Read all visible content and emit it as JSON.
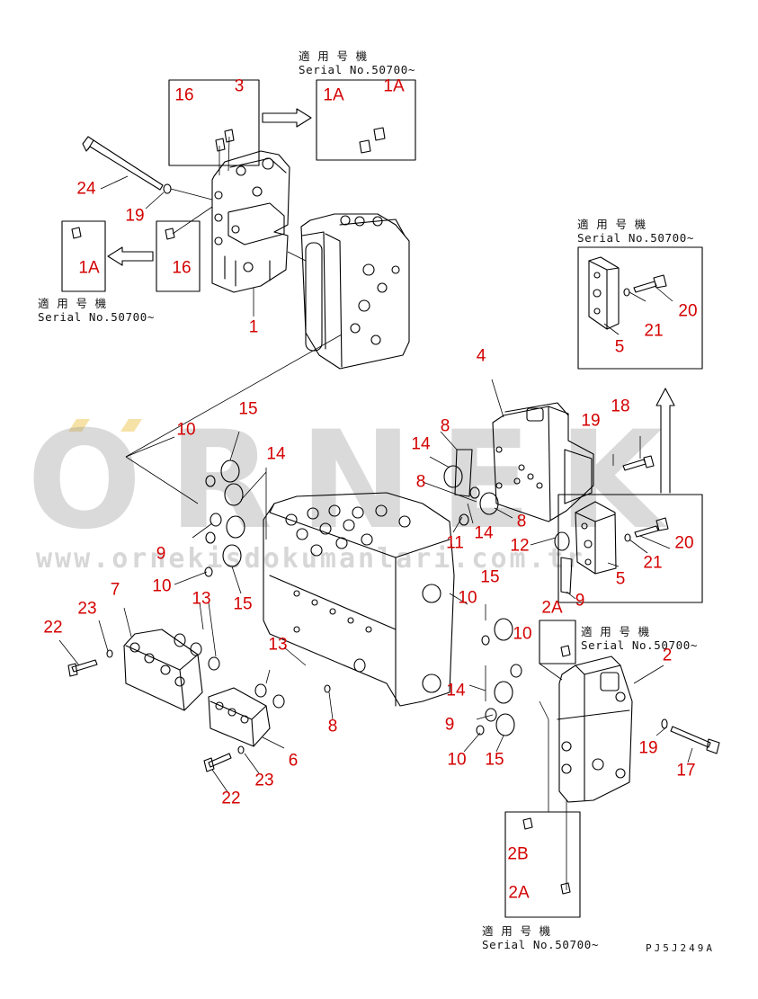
{
  "watermark": {
    "logo_text": "ÖRNEK",
    "url_text": "www.ornekisdokumanlari.com.tr"
  },
  "serial_note": {
    "line1": "適 用 号 機",
    "line2": "Serial No.50700~"
  },
  "drawing_id": "PJ5J249A",
  "callouts": {
    "c16_top": "16",
    "c3": "3",
    "c1A_left_box_a": "1A",
    "c1A_left_box_b": "1A",
    "c24": "24",
    "c19_top": "19",
    "c1A_left": "1A",
    "c16_mid": "16",
    "c1": "1",
    "c20_top": "20",
    "c21_top": "21",
    "c5_top": "5",
    "c4": "4",
    "c18": "18",
    "c19_right": "19",
    "c10_a": "10",
    "c15_a": "15",
    "c14_a": "14",
    "c8_a": "8",
    "c14_b": "14",
    "c8_b": "8",
    "c11": "11",
    "c14_c": "14",
    "c8_c": "8",
    "c12": "12",
    "c20_mid": "20",
    "c21_mid": "21",
    "c5_mid": "5",
    "c9_a": "9",
    "c10_b": "10",
    "c15_b": "15",
    "c7": "7",
    "c13_a": "13",
    "c23_a": "23",
    "c22_a": "22",
    "c13_b": "13",
    "c15_c": "15",
    "c10_c": "10",
    "c2A_top": "2A",
    "c9_b": "9",
    "c10_d": "10",
    "c2": "2",
    "c14_d": "14",
    "c8_d": "8",
    "c9_c": "9",
    "c10_e": "10",
    "c15_d": "15",
    "c6": "6",
    "c23_b": "23",
    "c22_b": "22",
    "c19_low": "19",
    "c17": "17",
    "c2B": "2B",
    "c2A_low": "2A"
  }
}
